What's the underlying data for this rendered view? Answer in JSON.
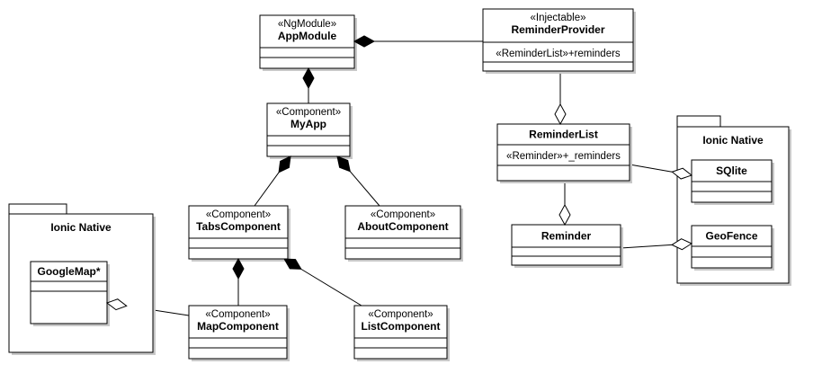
{
  "diagram": {
    "packages": [
      {
        "id": "pkg-left",
        "name": "Ionic Native"
      },
      {
        "id": "pkg-right",
        "name": "Ionic Native"
      }
    ],
    "classes": [
      {
        "id": "AppModule",
        "stereotype": "«NgModule»",
        "name": "AppModule",
        "attributes": []
      },
      {
        "id": "ReminderProvider",
        "stereotype": "«Injectable»",
        "name": "ReminderProvider",
        "attributes": [
          "«ReminderList»+reminders"
        ]
      },
      {
        "id": "MyApp",
        "stereotype": "«Component»",
        "name": "MyApp",
        "attributes": []
      },
      {
        "id": "ReminderList",
        "stereotype": "",
        "name": "ReminderList",
        "attributes": [
          "«Reminder»+_reminders"
        ]
      },
      {
        "id": "TabsComponent",
        "stereotype": "«Component»",
        "name": "TabsComponent",
        "attributes": []
      },
      {
        "id": "AboutComponent",
        "stereotype": "«Component»",
        "name": "AboutComponent",
        "attributes": []
      },
      {
        "id": "Reminder",
        "stereotype": "",
        "name": "Reminder",
        "attributes": []
      },
      {
        "id": "SQlite",
        "stereotype": "",
        "name": "SQlite",
        "attributes": []
      },
      {
        "id": "GeoFence",
        "stereotype": "",
        "name": "GeoFence",
        "attributes": []
      },
      {
        "id": "GoogleMap",
        "stereotype": "",
        "name": "GoogleMap*",
        "attributes": []
      },
      {
        "id": "MapComponent",
        "stereotype": "«Component»",
        "name": "MapComponent",
        "attributes": []
      },
      {
        "id": "ListComponent",
        "stereotype": "«Component»",
        "name": "ListComponent",
        "attributes": []
      }
    ],
    "relations": [
      {
        "whole": "AppModule",
        "part": "ReminderProvider",
        "kind": "composition"
      },
      {
        "whole": "AppModule",
        "part": "MyApp",
        "kind": "composition"
      },
      {
        "whole": "MyApp",
        "part": "TabsComponent",
        "kind": "composition"
      },
      {
        "whole": "MyApp",
        "part": "AboutComponent",
        "kind": "composition"
      },
      {
        "whole": "TabsComponent",
        "part": "MapComponent",
        "kind": "composition"
      },
      {
        "whole": "TabsComponent",
        "part": "ListComponent",
        "kind": "composition"
      },
      {
        "whole": "ReminderList",
        "part": "ReminderProvider",
        "kind": "aggregation"
      },
      {
        "whole": "Reminder",
        "part": "ReminderList",
        "kind": "aggregation"
      },
      {
        "whole": "SQlite",
        "part": "ReminderList",
        "kind": "aggregation"
      },
      {
        "whole": "GeoFence",
        "part": "Reminder",
        "kind": "aggregation"
      },
      {
        "whole": "GoogleMap",
        "part": "MapComponent",
        "kind": "aggregation"
      }
    ]
  }
}
